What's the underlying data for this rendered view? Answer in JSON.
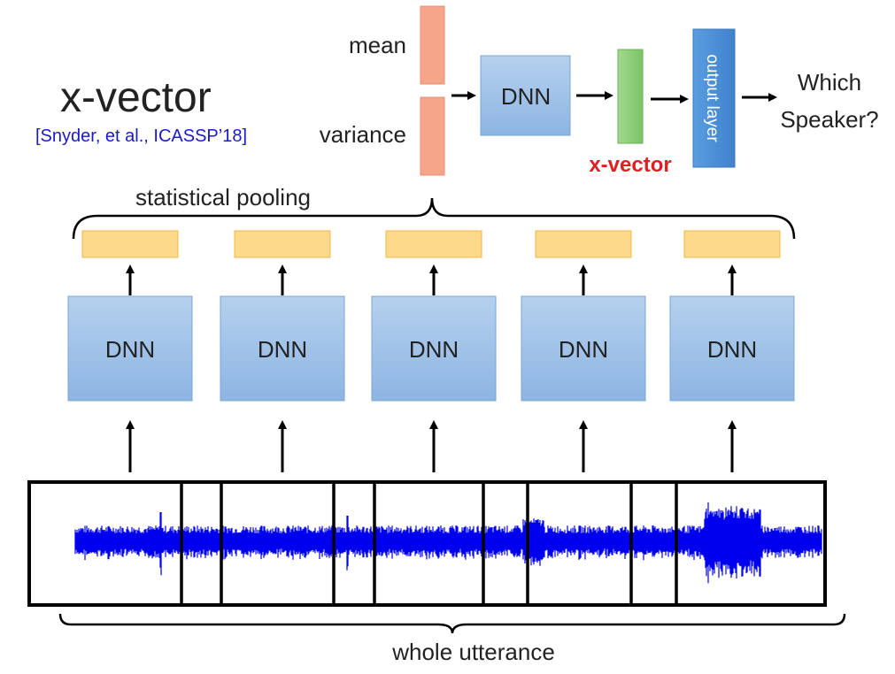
{
  "title": "x-vector",
  "citation": "[Snyder, et al., ICASSP’18]",
  "labels": {
    "mean": "mean",
    "variance": "variance",
    "top_dnn": "DNN",
    "xvector": "x-vector",
    "output_layer": "output layer",
    "which_speaker_1": "Which",
    "which_speaker_2": "Speaker?",
    "statistical_pooling": "statistical pooling",
    "whole_utterance": "whole utterance"
  },
  "frame_dnns": [
    "DNN",
    "DNN",
    "DNN",
    "DNN",
    "DNN"
  ],
  "colors": {
    "stat_box": "#f4a58a",
    "dnn_box": "#9fc2e8",
    "xvector_box": "#8fce7a",
    "output_box": "#4a90d9",
    "embedding_box": "#fdd98b",
    "waveform": "#0000ee",
    "citation": "#1a1acc",
    "xvector_label": "#e02020"
  }
}
